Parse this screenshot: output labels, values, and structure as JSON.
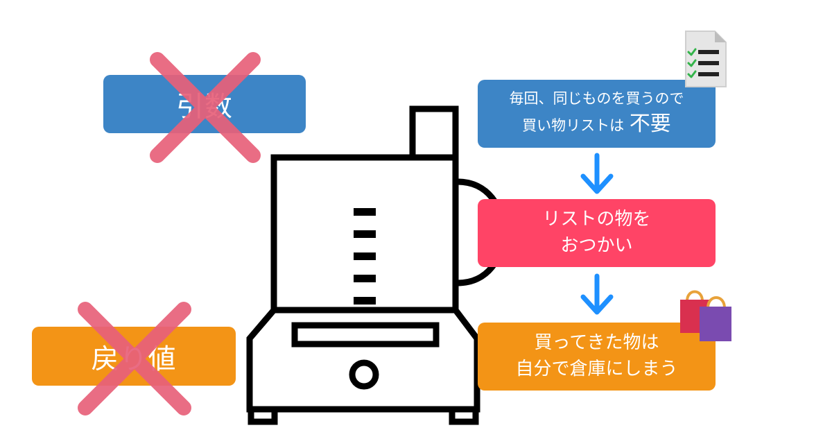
{
  "labels": {
    "argument": "引数",
    "return_value": "戻り値"
  },
  "steps": [
    {
      "line1": "毎回、同じものを買うので",
      "line2_prefix": "買い物リストは",
      "line2_emphasis": "不要"
    },
    {
      "line1": "リストの物を",
      "line2": "おつかい"
    },
    {
      "line1": "買ってきた物は",
      "line2": "自分で倉庫にしまう"
    }
  ],
  "colors": {
    "argument_box": "#3d85c6",
    "return_box": "#f39416",
    "cross": "#e8617a",
    "step1_box": "#3d85c6",
    "step2_box": "#ff4466",
    "step3_box": "#f39416",
    "arrow": "#1e90ff",
    "outline": "#000000"
  },
  "icons": {
    "checklist": "checklist-document-icon",
    "shopping": "shopping-bags-icon",
    "machine": "blender-machine-icon",
    "arrow": "arrow-down-icon",
    "cross": "cross-mark-icon"
  }
}
